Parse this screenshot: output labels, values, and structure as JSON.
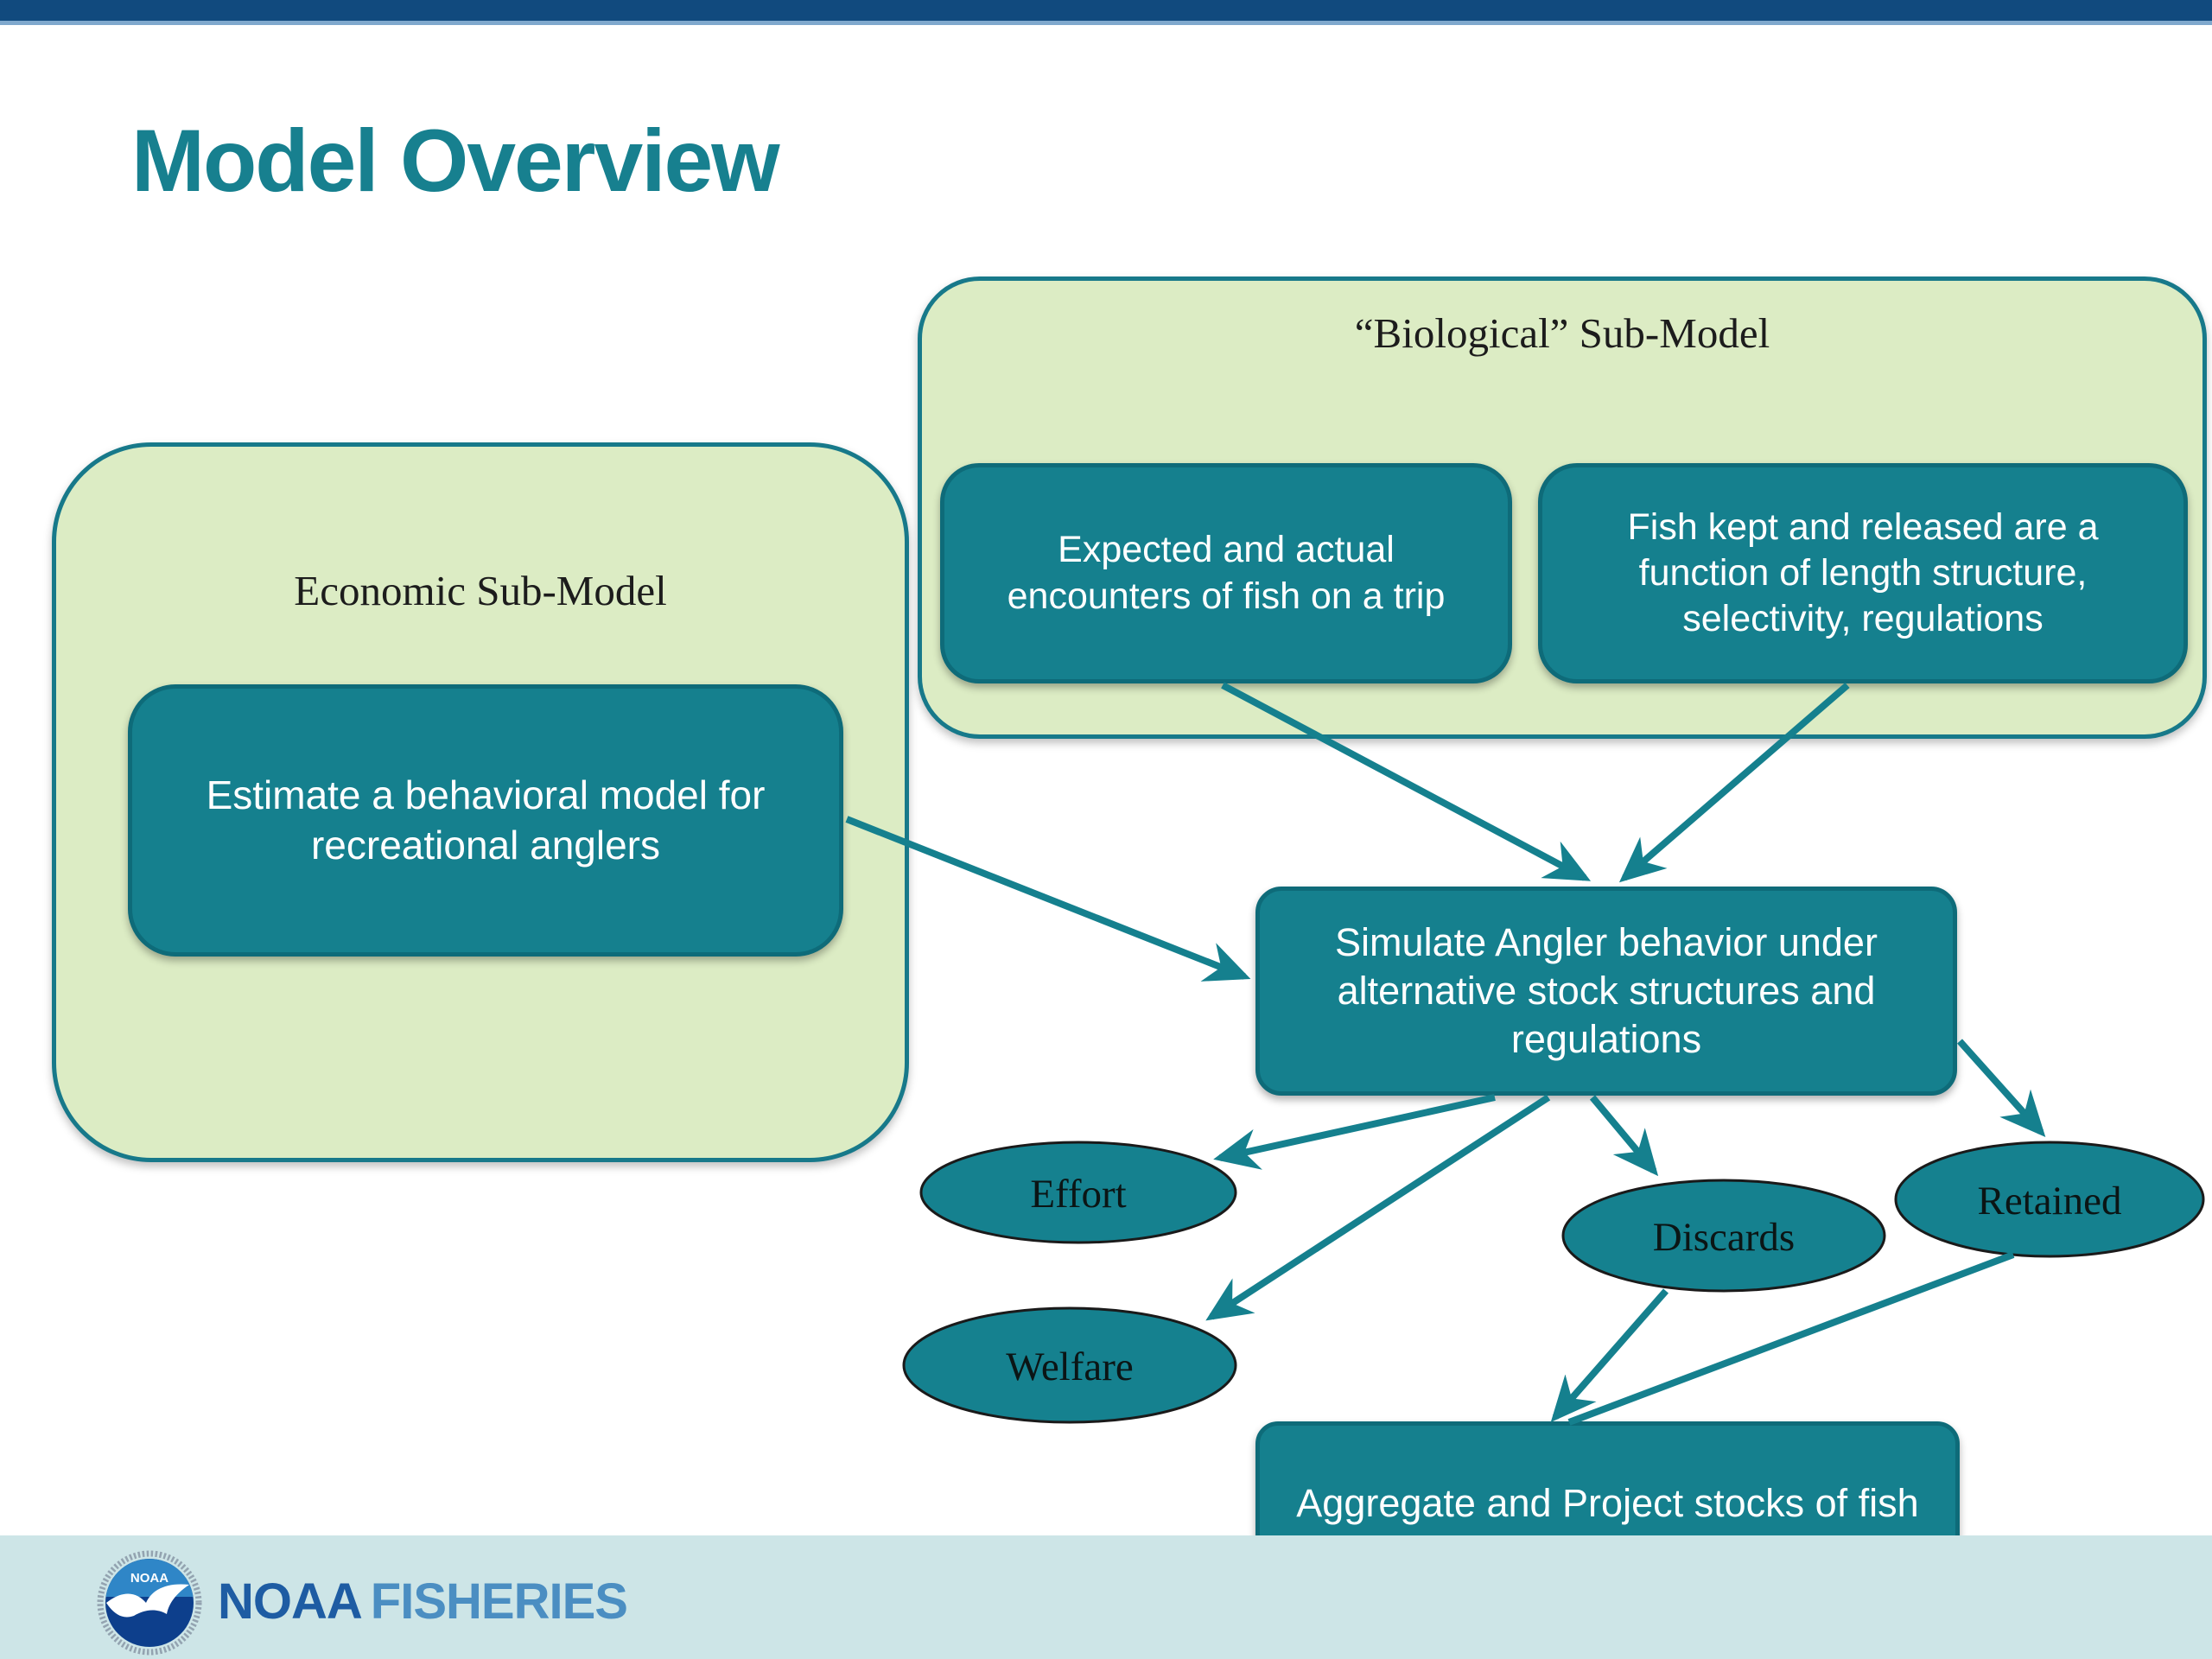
{
  "header": {
    "title": "Model Overview"
  },
  "diagram": {
    "biological_panel": {
      "title": "“Biological” Sub-Model",
      "expected_node": "Expected and actual encounters of fish on a trip",
      "fishkept_node": "Fish kept and released are a function of length structure, selectivity, regulations"
    },
    "economic_panel": {
      "title": "Economic Sub-Model",
      "estimate_node": "Estimate a behavioral model for recreational anglers"
    },
    "simulate_node": "Simulate Angler behavior under alternative stock structures and regulations",
    "aggregate_node": "Aggregate and Project stocks of fish",
    "effort_node": "Effort",
    "welfare_node": "Welfare",
    "discards_node": "Discards",
    "retained_node": "Retained"
  },
  "footer": {
    "brand_primary": "NOAA",
    "brand_secondary": "FISHERIES",
    "logo_label": "NOAA"
  },
  "colors": {
    "accent_teal": "#15808E",
    "teal_border": "#0E6B79",
    "panel_green": "#DCECC4",
    "panel_border": "#17798A",
    "top_bar_navy": "#114A7E",
    "footer_blue": "#CDE5E7",
    "brand_navy": "#1E5CA3",
    "brand_blue": "#4B8EC2",
    "title_teal": "#17808F"
  }
}
